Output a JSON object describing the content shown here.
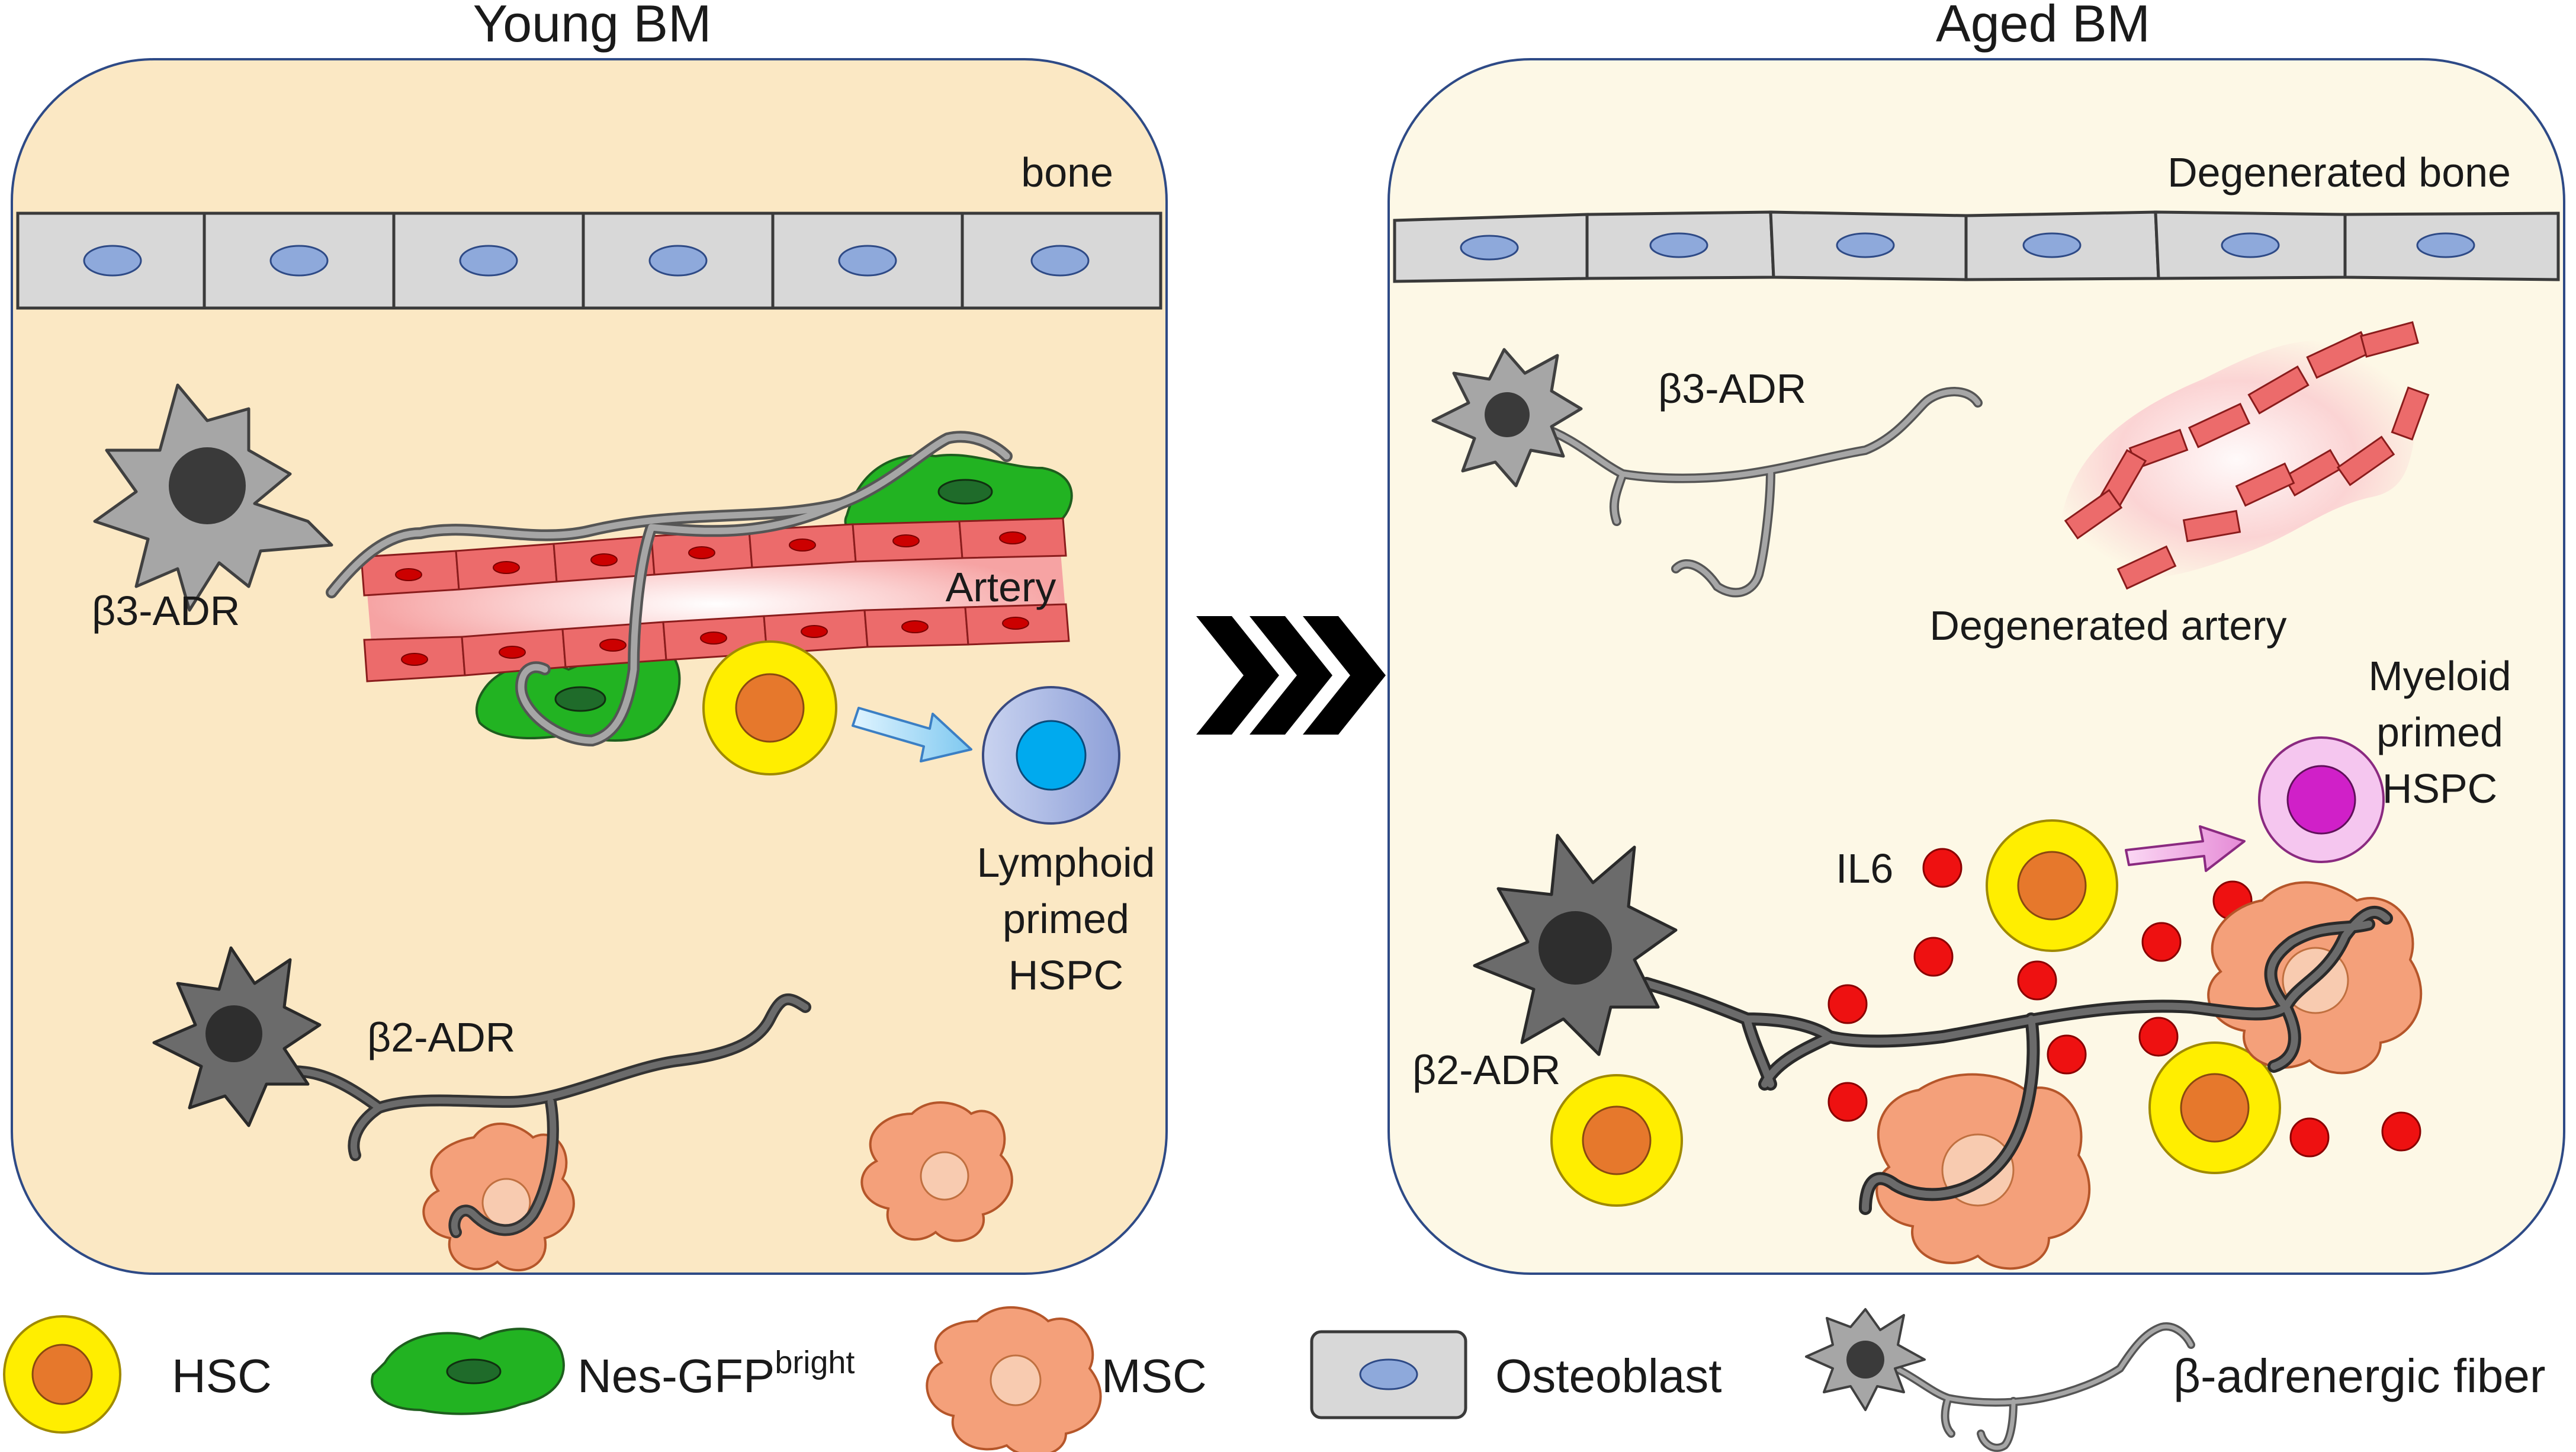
{
  "panels": {
    "young": {
      "title": "Young BM",
      "bone_label": "bone",
      "artery_label": "Artery",
      "b3_label": "β3-ADR",
      "b2_label": "β2-ADR",
      "primed_label": [
        "Lymphoid",
        "primed",
        "HSPC"
      ]
    },
    "aged": {
      "title": "Aged BM",
      "bone_label": "Degenerated bone",
      "artery_label": "Degenerated artery",
      "b3_label": "β3-ADR",
      "b2_label": "β2-ADR",
      "il6_label": "IL6",
      "primed_label": [
        "Myeloid",
        "primed",
        "HSPC"
      ]
    }
  },
  "legend": {
    "hsc": "HSC",
    "nes_base": "Nes-GFP",
    "nes_sup": "bright",
    "msc": "MSC",
    "osteoblast": "Osteoblast",
    "fiber": "β-adrenergic fiber"
  },
  "colors": {
    "young_bg": "#fbe8c4",
    "aged_bg": "#fdf8e6",
    "panel_border": "#2e4a86",
    "bone_cell": "#d8d8d8",
    "nucleus_blue": "#8ea9db",
    "artery_red": "#ec6b6b",
    "nes_green": "#22b322",
    "msc_orange": "#f4a07a",
    "hsc_yellow": "#ffee00",
    "hsc_core": "#e6782c",
    "lymphoid_core": "#00aaee",
    "myeloid_core": "#d020c8",
    "il6_red": "#ee1111",
    "neuron_gray": "#a6a6a6",
    "neuron_dark": "#6b6b6b"
  }
}
